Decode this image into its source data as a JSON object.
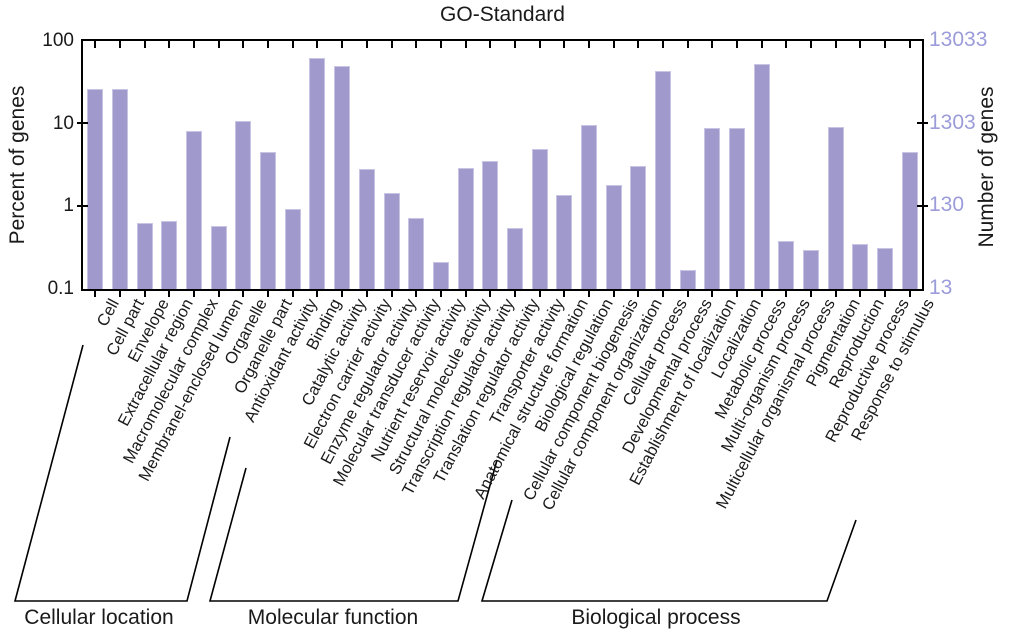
{
  "chart_data": {
    "type": "bar",
    "title": "GO-Standard",
    "y_scale": "log",
    "grid": false,
    "bar_color": "#9f99cc",
    "bar_border_color": "#c7c4e4",
    "right_axis_color": "#9b9cd9",
    "left_axis": {
      "title": "Percent of genes",
      "ticks": [
        "100",
        "10",
        "1",
        "0.1"
      ],
      "range": [
        0.1,
        100
      ]
    },
    "right_axis": {
      "title": "Number of genes",
      "ticks": [
        "13033",
        "1303",
        "130",
        "13"
      ],
      "range": [
        13,
        13033
      ]
    },
    "categories": [
      "Cell",
      "Cell part",
      "Envelope",
      "Extracellular region",
      "Macromolecular complex",
      "Membranel-enclosed lumen",
      "Organelle",
      "Organelle part",
      "Antioxidant activity",
      "Binding",
      "Catalytic activity",
      "Electron carrier activity",
      "Enzyme regulator activity",
      "Molecular transducer activity",
      "Nutrient reservoir activity",
      "Structural molecule activity",
      "Transcription regulator activity",
      "Translation regulator activity",
      "Transporter activity",
      "Anatomical structure formation",
      "Biological regulation",
      "Cellular component biogenesis",
      "Cellular component organization",
      "Cellular process",
      "Developmental process",
      "Establishment of localization",
      "Localization",
      "Metabolic process",
      "Multi-organism process",
      "Multicellular organismal process",
      "Pigmentation",
      "Reproduction",
      "Reproductive process",
      "Response to stimulus"
    ],
    "values_percent": [
      26.5,
      26.3,
      0.62,
      0.67,
      8.1,
      0.58,
      10.7,
      4.6,
      0.93,
      62,
      50,
      2.8,
      1.47,
      0.72,
      0.21,
      2.9,
      3.5,
      0.55,
      4.9,
      1.37,
      9.7,
      1.8,
      3.1,
      43,
      0.17,
      8.9,
      8.9,
      52,
      0.38,
      0.3,
      9.1,
      0.35,
      0.31,
      4.6
    ],
    "groups": [
      {
        "label": "Cellular location",
        "from_index": 0,
        "to_index": 7
      },
      {
        "label": "Molecular function",
        "from_index": 8,
        "to_index": 18
      },
      {
        "label": "Biological process",
        "from_index": 19,
        "to_index": 33
      }
    ]
  }
}
